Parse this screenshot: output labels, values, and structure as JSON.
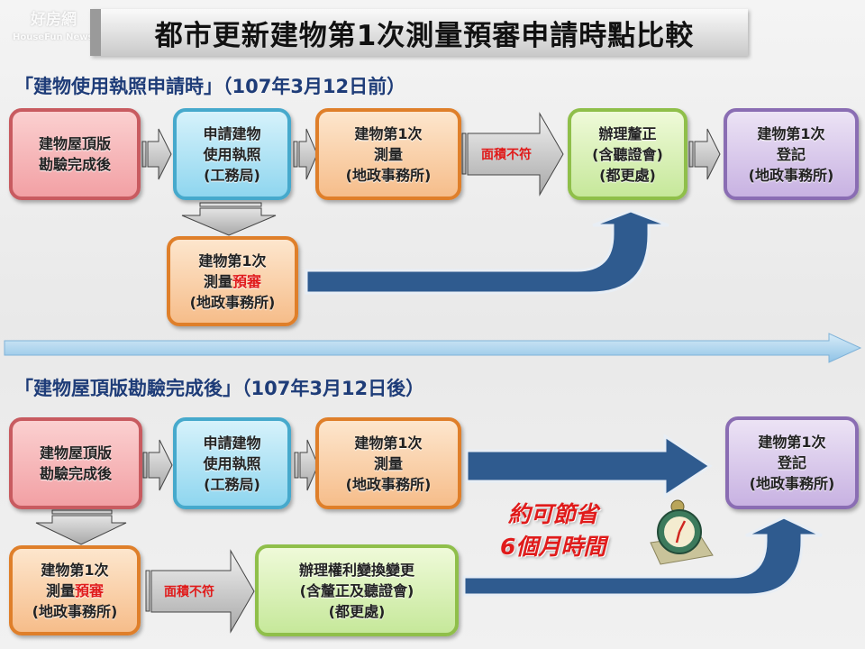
{
  "title": "都市更新建物第1次測量預審申請時點比較",
  "watermark": {
    "line1": "好房網",
    "line2": "HouseFun News"
  },
  "section1": {
    "heading": "「建物使用執照申請時」（107年3月12日前）",
    "boxes": [
      {
        "lines": [
          "建物屋頂版",
          "勘驗完成後"
        ]
      },
      {
        "lines": [
          "申請建物",
          "使用執照",
          "(工務局)"
        ]
      },
      {
        "lines": [
          "建物第1次",
          "測量",
          "(地政事務所)"
        ]
      },
      {
        "lines": [
          "辦理釐正",
          "(含聽證會)",
          "(都更處)"
        ]
      },
      {
        "lines": [
          "建物第1次",
          "登記",
          "(地政事務所)"
        ]
      }
    ],
    "arrow_label": "面積不符",
    "prereview": {
      "line1": "建物第1次",
      "line2a": "測量",
      "line2b": "預審",
      "line3": "(地政事務所)"
    }
  },
  "section2": {
    "heading": "「建物屋頂版勘驗完成後」（107年3月12日後）",
    "boxes": [
      {
        "lines": [
          "建物屋頂版",
          "勘驗完成後"
        ]
      },
      {
        "lines": [
          "申請建物",
          "使用執照",
          "(工務局)"
        ]
      },
      {
        "lines": [
          "建物第1次",
          "測量",
          "(地政事務所)"
        ]
      },
      {
        "lines": [
          "建物第1次",
          "登記",
          "(地政事務所)"
        ]
      }
    ],
    "prereview": {
      "line1": "建物第1次",
      "line2a": "測量",
      "line2b": "預審",
      "line3": "(地政事務所)"
    },
    "arrow_label": "面積不符",
    "rights_box": {
      "lines": [
        "辦理權利變換變更",
        "(含釐正及聽證會)",
        "(都更處)"
      ]
    },
    "saving": {
      "line1": "約可節省",
      "line2": "6個月時間"
    }
  },
  "colors": {
    "accent_blue": "#2f5b8f",
    "heading": "#1e3c78",
    "highlight_red": "#e01b1b"
  },
  "icons": [
    "clock-icon"
  ]
}
